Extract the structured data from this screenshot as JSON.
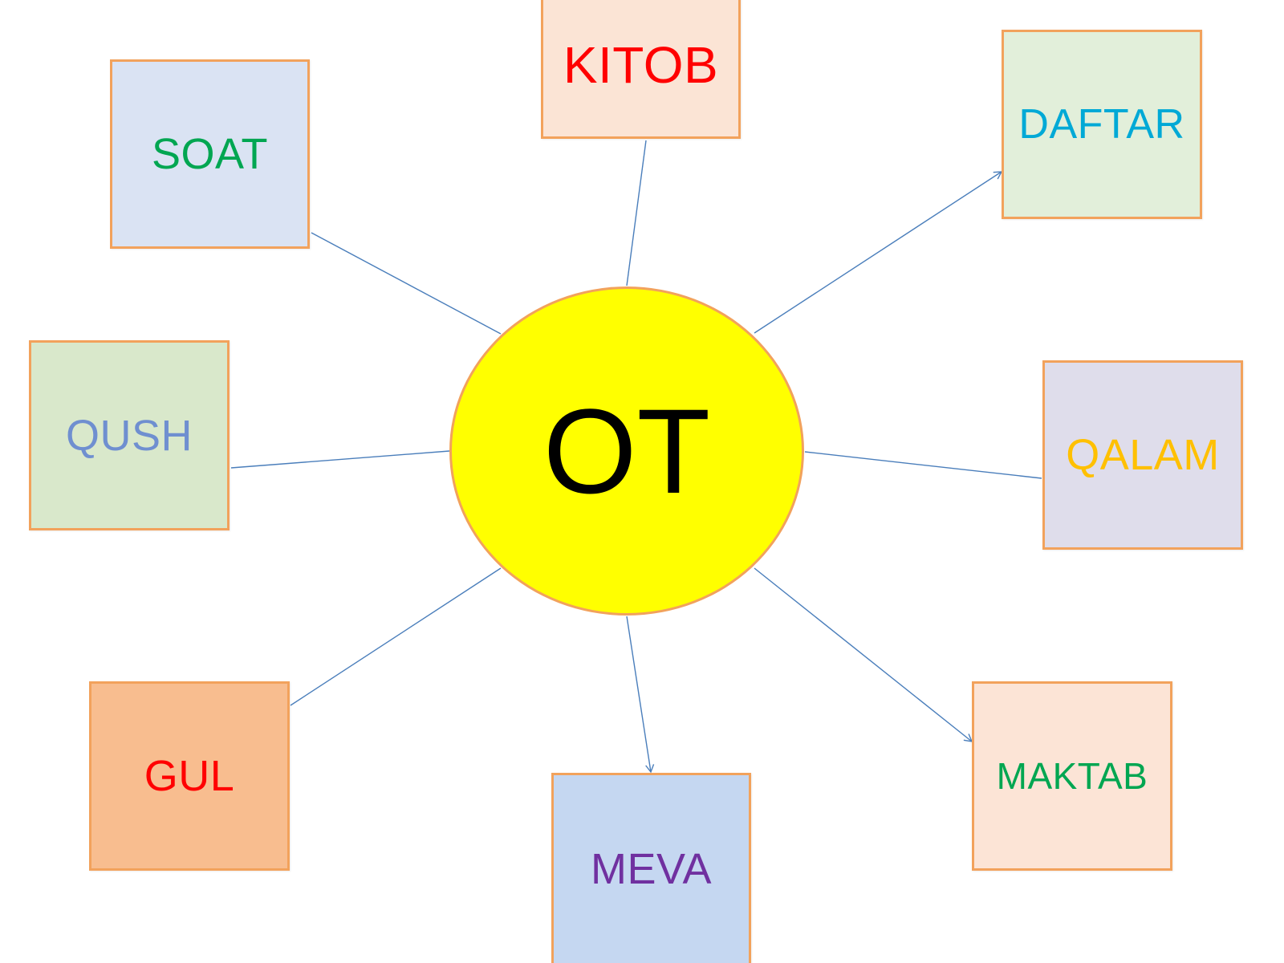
{
  "hub": {
    "label": "OT",
    "fill": "#ffff00",
    "border": "#f2a25c",
    "text_color": "#000000"
  },
  "nodes": {
    "kitob": {
      "label": "KITOB",
      "fill": "#fbe4d5",
      "text_color": "#ff0000"
    },
    "soat": {
      "label": "SOAT",
      "fill": "#dae3f3",
      "text_color": "#00a651"
    },
    "daftar": {
      "label": "DAFTAR",
      "fill": "#e2efda",
      "text_color": "#00a9d6"
    },
    "qush": {
      "label": "QUSH",
      "fill": "#d9e8cb",
      "text_color": "#6f8fd0"
    },
    "qalam": {
      "label": "QALAM",
      "fill": "#dfddeb",
      "text_color": "#ffc000"
    },
    "gul": {
      "label": "GUL",
      "fill": "#f8bd8f",
      "text_color": "#ff0000"
    },
    "meva": {
      "label": "MEVA",
      "fill": "#c5d7f1",
      "text_color": "#7030a0"
    },
    "maktab": {
      "label": "MAKTAB",
      "fill": "#fce4d6",
      "text_color": "#00a651"
    }
  },
  "connector_color": "#4a7ebb",
  "connectors": [
    {
      "to": "kitob",
      "arrow": false
    },
    {
      "to": "soat",
      "arrow": false
    },
    {
      "to": "daftar",
      "arrow": true
    },
    {
      "to": "qush",
      "arrow": false
    },
    {
      "to": "qalam",
      "arrow": false
    },
    {
      "to": "gul",
      "arrow": false
    },
    {
      "to": "meva",
      "arrow": true
    },
    {
      "to": "maktab",
      "arrow": true
    }
  ]
}
